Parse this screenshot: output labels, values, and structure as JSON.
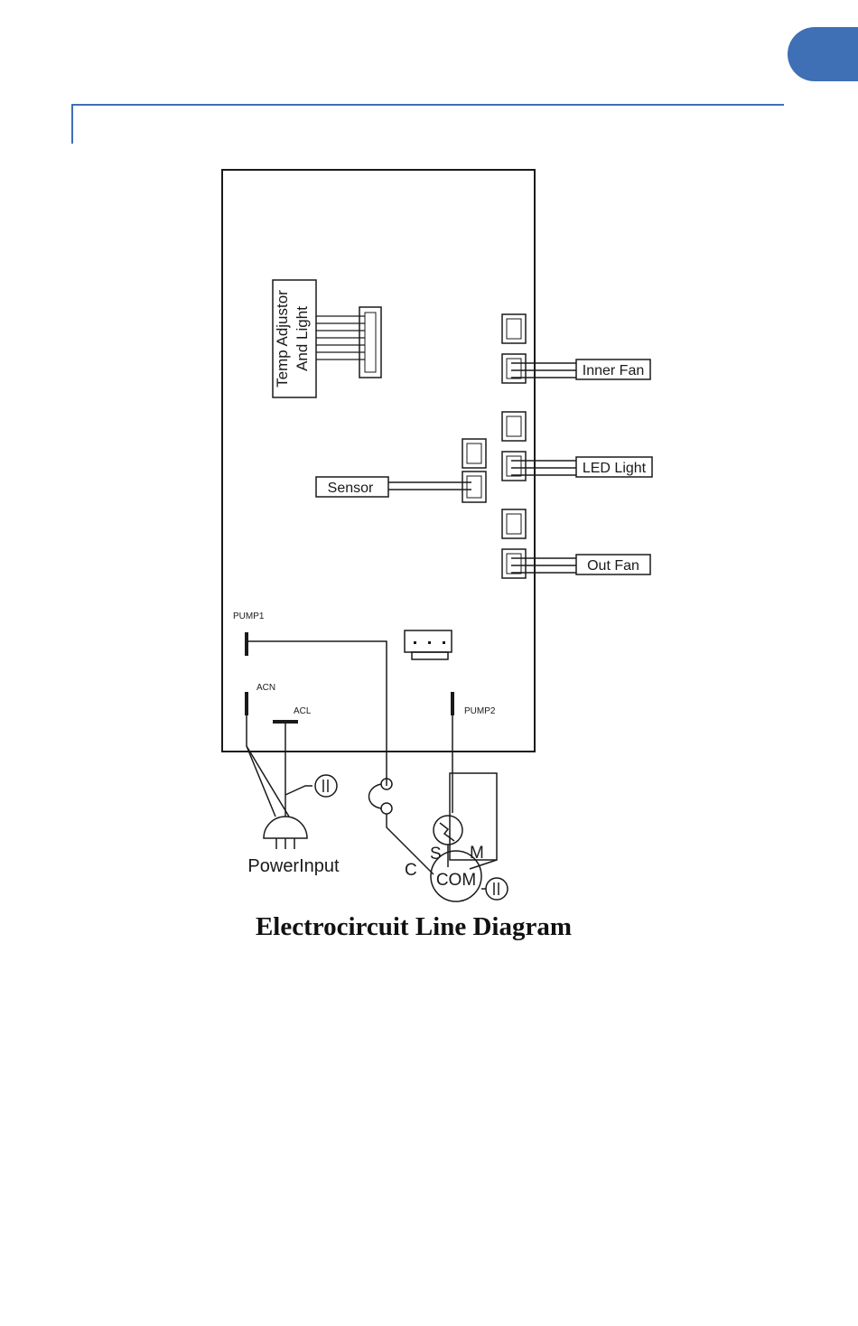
{
  "colors": {
    "accent": "#3f6fb5",
    "line": "#1a1a1a"
  },
  "diagram": {
    "caption": "Electrocircuit Line Diagram",
    "labels": {
      "temp_adjustor": "Temp Adjustor",
      "and_light": "And Light",
      "inner_fan": "Inner Fan",
      "led_light": "LED Light",
      "sensor": "Sensor",
      "out_fan": "Out Fan",
      "pump1": "PUMP1",
      "pump2": "PUMP2",
      "acn": "ACN",
      "acl": "ACL",
      "power_input": "PowerInput",
      "c": "C",
      "s": "S",
      "m": "M",
      "com": "COM"
    }
  }
}
